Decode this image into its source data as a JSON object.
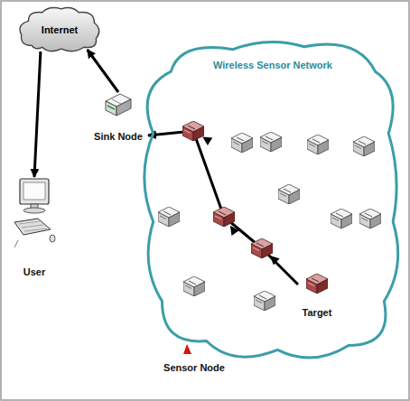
{
  "diagram": {
    "nodes": [
      {
        "text": [
          "Internet"
        ]
      },
      {
        "text": [
          "Wireless Sensor Network"
        ]
      },
      {
        "text": [
          "Sink Node"
        ]
      },
      {
        "text": [
          "User"
        ]
      },
      {
        "text": [
          "Target"
        ],
        "in": 1
      },
      {
        "text": [
          "Sensor Node"
        ],
        "in": 1
      }
    ],
    "edges": [
      {
        "from": 2,
        "to": 0,
        "arrow": "to"
      },
      {
        "from": 0,
        "to": 3,
        "arrow": "to"
      },
      {
        "from": 4,
        "to": 2,
        "arrow": "to"
      }
    ]
  }
}
